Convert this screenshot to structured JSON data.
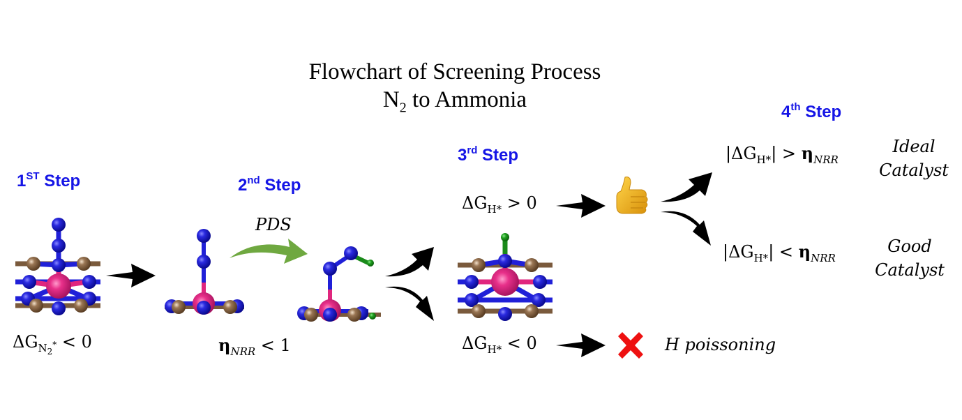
{
  "title": {
    "line1": "Flowchart of Screening Process",
    "line2_pre": "N",
    "line2_sub": "2",
    "line2_post": " to Ammonia"
  },
  "steps": [
    {
      "num": "1",
      "suffix": "ST",
      "label": " Step"
    },
    {
      "num": "2",
      "suffix": "nd",
      "label": " Step"
    },
    {
      "num": "3",
      "suffix": "rd",
      "label": " Step"
    },
    {
      "num": "4",
      "suffix": "th",
      "label": " Step"
    }
  ],
  "conditions": {
    "step1": {
      "lhs": "ΔG",
      "sub": "N",
      "sub2": "2",
      "sup": "*",
      "op": " < 0"
    },
    "step2": {
      "eta": "η",
      "sub": "NRR",
      "op": " < 1"
    },
    "pds_label": "PDS",
    "step3_positive": {
      "lhs": "ΔG",
      "sub": "H*",
      "op": " > 0"
    },
    "step3_negative": {
      "lhs": "ΔG",
      "sub": "H*",
      "op": " < 0"
    },
    "step4_ideal": {
      "lhs": "|ΔG",
      "sub": "H*",
      "mid": "| > ",
      "eta": "η",
      "eta_sub": "NRR"
    },
    "step4_good": {
      "lhs": "|ΔG",
      "sub": "H*",
      "mid": "| < ",
      "eta": "η",
      "eta_sub": "NRR"
    }
  },
  "outcomes": {
    "ideal": {
      "line1": "Ideal",
      "line2": "Catalyst"
    },
    "good": {
      "line1": "Good",
      "line2": "Catalyst"
    },
    "poisoning": "H poissoning"
  },
  "icons": {
    "pass": "thumbs-up-icon",
    "fail": "red-x-icon"
  },
  "colors": {
    "step_heading": "#1515e6",
    "nitrogen_atom": "#2020d8",
    "carbon_atom": "#8b6a4a",
    "metal_atom": "#e0267e",
    "hydrogen_atom": "#1a8a1a",
    "pds_arrow": "#6fa840",
    "fail_x": "#ee1111",
    "thumb": "#f2b31c"
  }
}
